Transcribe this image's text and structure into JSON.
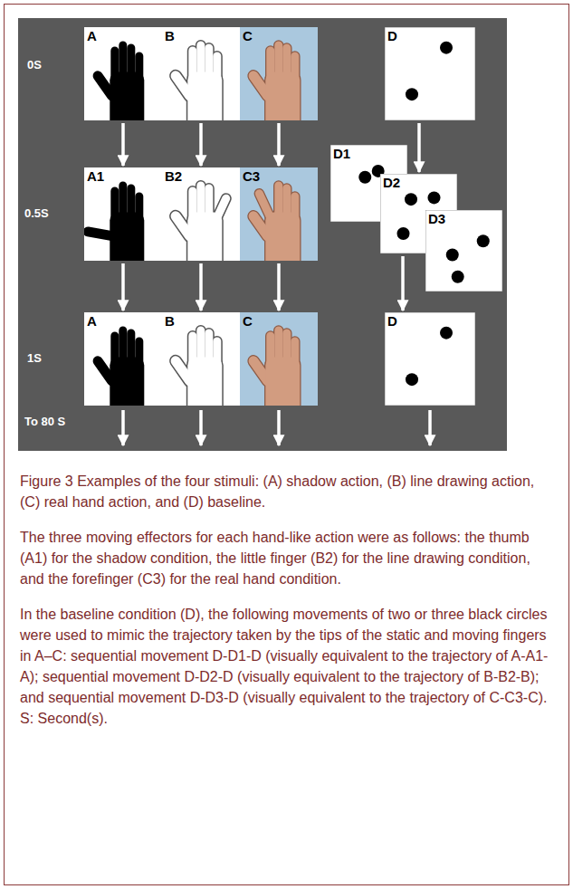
{
  "diagram": {
    "caption": "Figure 3 Examples of the four stimuli: (A) shadow action, (B) line drawing action, (C) real hand action, and (D) baseline.",
    "nodes": [
      {
        "text": [
          "A"
        ]
      },
      {
        "text": [
          "B"
        ]
      },
      {
        "text": [
          "C"
        ]
      },
      {
        "text": [
          "D"
        ]
      },
      {
        "text": [
          "A1"
        ]
      },
      {
        "text": [
          "B2"
        ]
      },
      {
        "text": [
          "C3"
        ]
      },
      {
        "text": [
          "D1"
        ]
      },
      {
        "text": [
          "D2"
        ]
      },
      {
        "text": [
          "D3"
        ]
      },
      {
        "text": [
          "A"
        ]
      },
      {
        "text": [
          "B"
        ]
      },
      {
        "text": [
          "C"
        ]
      },
      {
        "text": [
          "D"
        ]
      }
    ],
    "edges": [
      {
        "from": 0,
        "to": 4,
        "arrow": "to"
      },
      {
        "from": 1,
        "to": 5,
        "arrow": "to"
      },
      {
        "from": 2,
        "to": 6,
        "arrow": "to"
      },
      {
        "from": 3,
        "to": 8,
        "arrow": "to"
      },
      {
        "from": 4,
        "to": 10,
        "arrow": "to"
      },
      {
        "from": 5,
        "to": 11,
        "arrow": "to"
      },
      {
        "from": 6,
        "to": 12,
        "arrow": "to"
      },
      {
        "from": 8,
        "to": 13,
        "arrow": "to"
      }
    ],
    "labels": [
      "0S",
      "0.5S",
      "1S",
      "To 80 S",
      "The three moving effectors for each hand-like action were as follows: the thumb (A1) for the shadow condition, the little finger (B2) for the line drawing condition, and the forefinger (C3) for the real hand condition.",
      "In the baseline condition (D), the following movements of two or three black circles were used to mimic the trajectory taken by the tips of the static and moving fingers in A–C: sequential movement D-D1-D (visually equivalent to the trajectory of A-A1-A); sequential movement D-D2-D (visually equivalent to the trajectory of B-B2-B); and sequential movement D-D3-D (visually equivalent to the trajectory of C-C3-C). S: Second(s)."
    ]
  }
}
